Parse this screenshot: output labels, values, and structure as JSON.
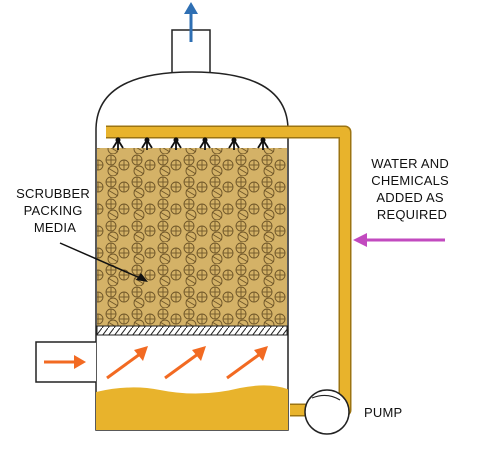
{
  "labels": {
    "packing": [
      "SCRUBBER",
      "PACKING",
      "MEDIA"
    ],
    "water": [
      "WATER AND",
      "CHEMICALS",
      "ADDED AS",
      "REQUIRED"
    ],
    "pump": "PUMP"
  },
  "components": {
    "vessel": "vessel",
    "packing_bed": "packing-bed",
    "spray_nozzles": 6,
    "inlet_gas_arrows": 3
  },
  "colors": {
    "outline": "#222222",
    "pipe": "#E8B32C",
    "pipe_edge": "#9C7412",
    "packing": "#D4B267",
    "packing_line": "#6F5628",
    "liquid": "#E8B32C",
    "gas_arrow": "#F26A22",
    "exhaust_arrow": "#2E6FB3",
    "water_arrow": "#C24ABF",
    "nozzle": "#111111"
  }
}
